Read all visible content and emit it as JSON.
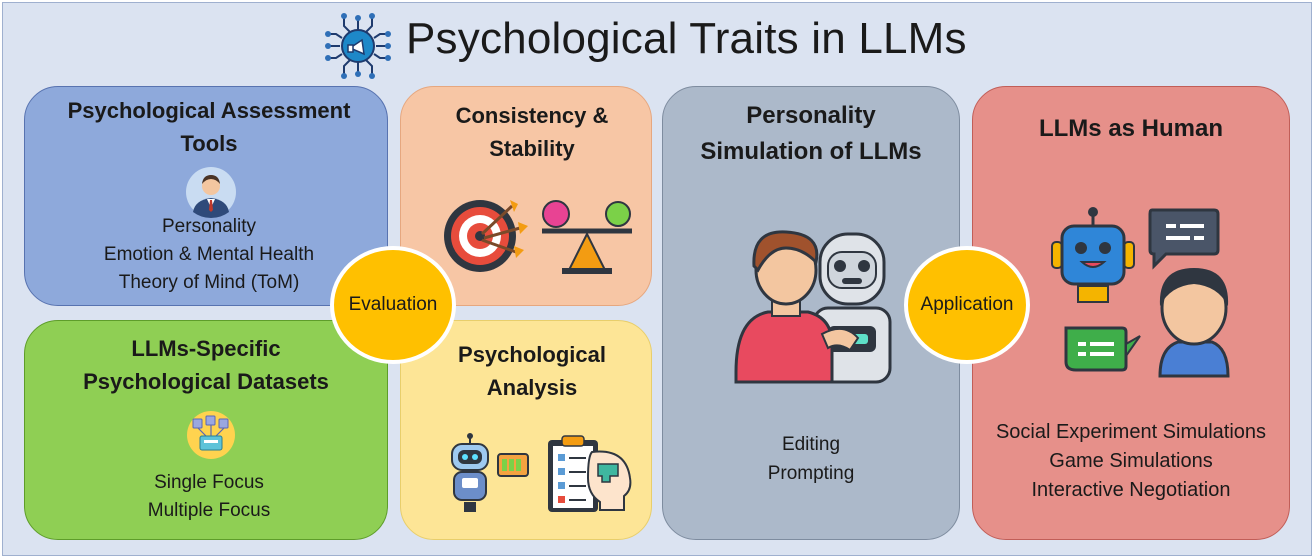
{
  "title": "Psychological Traits in LLMs",
  "boxes": {
    "assessment": {
      "heading_line1": "Psychological Assessment",
      "heading_line2": "Tools",
      "items": [
        "Personality",
        "Emotion & Mental Health",
        "Theory of Mind (ToM)"
      ]
    },
    "datasets": {
      "heading_line1": "LLMs-Specific",
      "heading_line2": "Psychological Datasets",
      "items": [
        "Single Focus",
        "Multiple Focus"
      ]
    },
    "consistency": {
      "heading_line1": "Consistency &",
      "heading_line2": "Stability"
    },
    "analysis": {
      "heading_line1": "Psychological",
      "heading_line2": "Analysis"
    },
    "personality": {
      "heading_line1": "Personality",
      "heading_line2": "Simulation of LLMs",
      "items": [
        "Editing",
        "Prompting"
      ]
    },
    "human": {
      "heading": "LLMs as Human",
      "items": [
        "Social Experiment Simulations",
        "Game Simulations",
        "Interactive Negotiation"
      ]
    }
  },
  "circles": {
    "evaluation": "Evaluation",
    "application": "Application"
  },
  "colors": {
    "background": "#dbe3f1",
    "assessment": "#8ea9db",
    "datasets": "#8fcf54",
    "consistency": "#f7c6a5",
    "analysis": "#fde596",
    "personality": "#acb9ca",
    "human": "#e6908a",
    "circle": "#ffc000"
  },
  "icons": {
    "title": "network-megaphone-icon",
    "assessment": "businessman-avatar-icon",
    "datasets": "dataset-network-icon",
    "consistency_1": "target-arrows-icon",
    "consistency_2": "balance-scale-icon",
    "analysis_1": "robot-battery-icon",
    "analysis_2": "clipboard-mind-icon",
    "personality": "human-robot-icon",
    "human_1": "robot-head-icon",
    "human_2": "chat-bubbles-person-icon"
  }
}
